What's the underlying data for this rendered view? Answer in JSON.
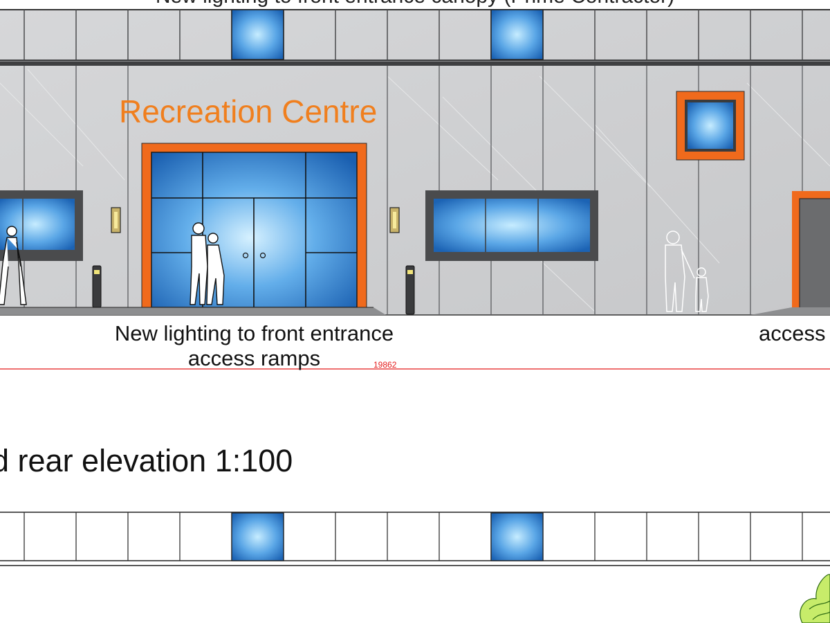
{
  "top_note": "New lighting to front entrance canopy (Prime Contractor)",
  "building_sign": "Recreation Centre",
  "annotations": {
    "left_note_line1": "New lighting to front entrance",
    "left_note_line2": "access ramps",
    "right_note": "access"
  },
  "dimension_label": "19862",
  "elevation_title": "d rear elevation 1:100",
  "colors": {
    "cladding": "#d0d1d3",
    "panel_line": "#5b5d60",
    "orange_frame": "#f06a1c",
    "dark_frame": "#4a4b4d",
    "glass_light": "#bfe6fb",
    "glass_dark": "#1c67b8",
    "sign_orange": "#f07f1e",
    "dimension_red": "#e41b1b",
    "tree_green": "#7cc11f"
  },
  "icons": [
    "person-walking-icon",
    "couple-figure-icon",
    "adult-child-figure-icon",
    "wall-light-icon",
    "bollard-light-icon",
    "tree-icon"
  ]
}
